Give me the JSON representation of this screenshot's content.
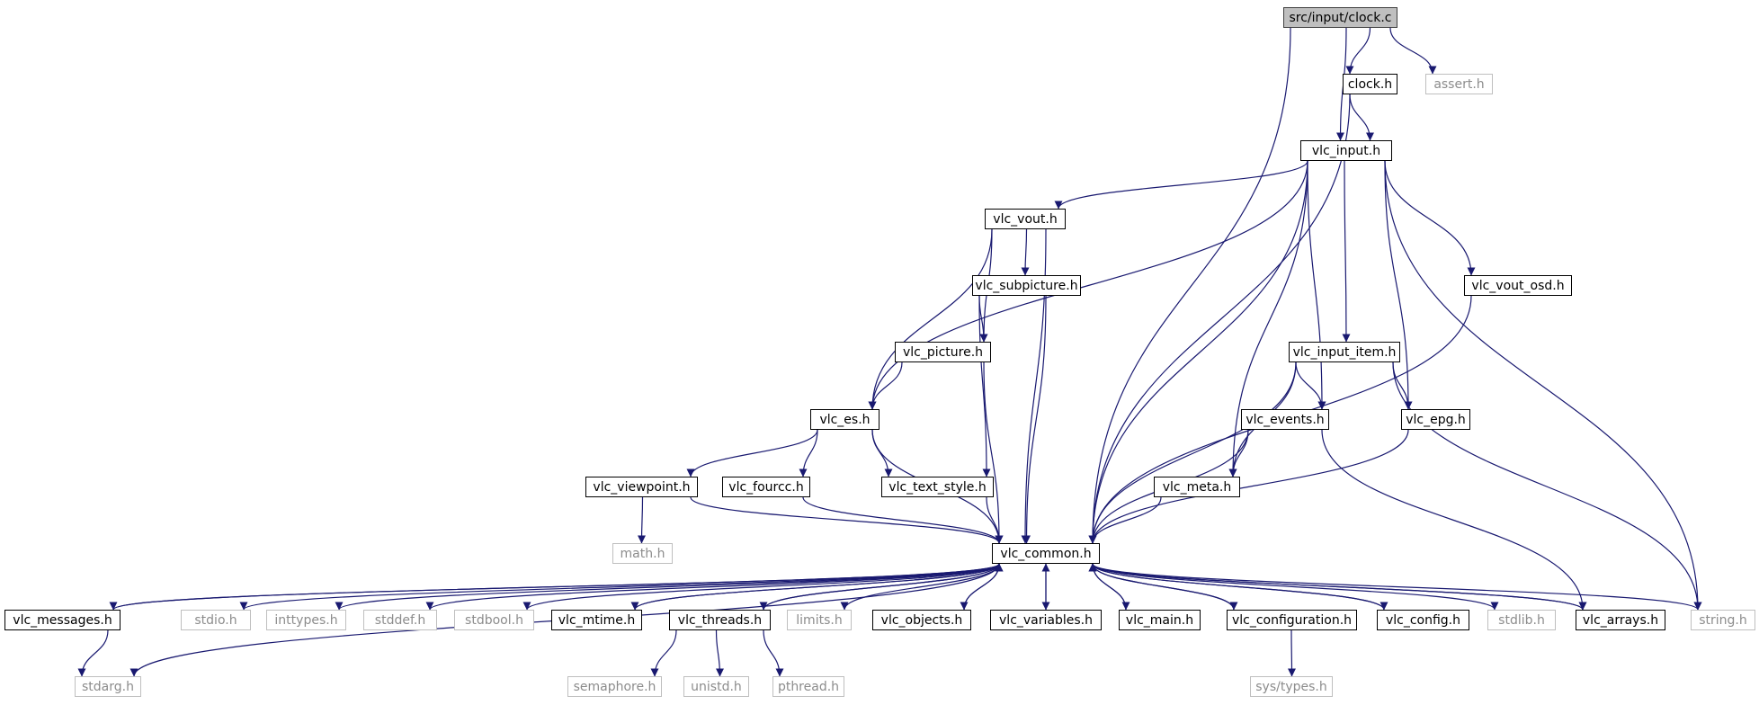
{
  "diagram": {
    "edge_color": "#191970",
    "nodes": [
      {
        "id": "clock_c",
        "label": "src/input/clock.c",
        "kind": "root"
      },
      {
        "id": "clock_h",
        "label": "clock.h",
        "kind": "normal"
      },
      {
        "id": "assert_h",
        "label": "assert.h",
        "kind": "external"
      },
      {
        "id": "vlc_input_h",
        "label": "vlc_input.h",
        "kind": "normal"
      },
      {
        "id": "vlc_vout_h",
        "label": "vlc_vout.h",
        "kind": "normal"
      },
      {
        "id": "vlc_subpicture_h",
        "label": "vlc_subpicture.h",
        "kind": "normal"
      },
      {
        "id": "vlc_vout_osd_h",
        "label": "vlc_vout_osd.h",
        "kind": "normal"
      },
      {
        "id": "vlc_picture_h",
        "label": "vlc_picture.h",
        "kind": "normal"
      },
      {
        "id": "vlc_input_item_h",
        "label": "vlc_input_item.h",
        "kind": "normal"
      },
      {
        "id": "vlc_es_h",
        "label": "vlc_es.h",
        "kind": "normal"
      },
      {
        "id": "vlc_events_h",
        "label": "vlc_events.h",
        "kind": "normal"
      },
      {
        "id": "vlc_epg_h",
        "label": "vlc_epg.h",
        "kind": "normal"
      },
      {
        "id": "vlc_viewpoint_h",
        "label": "vlc_viewpoint.h",
        "kind": "normal"
      },
      {
        "id": "vlc_fourcc_h",
        "label": "vlc_fourcc.h",
        "kind": "normal"
      },
      {
        "id": "vlc_text_style_h",
        "label": "vlc_text_style.h",
        "kind": "normal"
      },
      {
        "id": "vlc_meta_h",
        "label": "vlc_meta.h",
        "kind": "normal"
      },
      {
        "id": "math_h",
        "label": "math.h",
        "kind": "external"
      },
      {
        "id": "vlc_common_h",
        "label": "vlc_common.h",
        "kind": "normal"
      },
      {
        "id": "vlc_messages_h",
        "label": "vlc_messages.h",
        "kind": "normal"
      },
      {
        "id": "stdio_h",
        "label": "stdio.h",
        "kind": "external"
      },
      {
        "id": "inttypes_h",
        "label": "inttypes.h",
        "kind": "external"
      },
      {
        "id": "stddef_h",
        "label": "stddef.h",
        "kind": "external"
      },
      {
        "id": "stdbool_h",
        "label": "stdbool.h",
        "kind": "external"
      },
      {
        "id": "vlc_mtime_h",
        "label": "vlc_mtime.h",
        "kind": "normal"
      },
      {
        "id": "vlc_threads_h",
        "label": "vlc_threads.h",
        "kind": "normal"
      },
      {
        "id": "limits_h",
        "label": "limits.h",
        "kind": "external"
      },
      {
        "id": "vlc_objects_h",
        "label": "vlc_objects.h",
        "kind": "normal"
      },
      {
        "id": "vlc_variables_h",
        "label": "vlc_variables.h",
        "kind": "normal"
      },
      {
        "id": "vlc_main_h",
        "label": "vlc_main.h",
        "kind": "normal"
      },
      {
        "id": "vlc_configuration_h",
        "label": "vlc_configuration.h",
        "kind": "normal"
      },
      {
        "id": "vlc_config_h",
        "label": "vlc_config.h",
        "kind": "normal"
      },
      {
        "id": "stdlib_h",
        "label": "stdlib.h",
        "kind": "external"
      },
      {
        "id": "vlc_arrays_h",
        "label": "vlc_arrays.h",
        "kind": "normal"
      },
      {
        "id": "string_h",
        "label": "string.h",
        "kind": "external"
      },
      {
        "id": "stdarg_h",
        "label": "stdarg.h",
        "kind": "external"
      },
      {
        "id": "semaphore_h",
        "label": "semaphore.h",
        "kind": "external"
      },
      {
        "id": "unistd_h",
        "label": "unistd.h",
        "kind": "external"
      },
      {
        "id": "pthread_h",
        "label": "pthread.h",
        "kind": "external"
      },
      {
        "id": "sys_types_h",
        "label": "sys/types.h",
        "kind": "external"
      }
    ],
    "edges": [
      [
        "clock_c",
        "vlc_common_h"
      ],
      [
        "clock_c",
        "vlc_input_h"
      ],
      [
        "clock_c",
        "clock_h"
      ],
      [
        "clock_c",
        "assert_h"
      ],
      [
        "clock_h",
        "vlc_input_h"
      ],
      [
        "clock_h",
        "vlc_common_h"
      ],
      [
        "vlc_input_h",
        "vlc_es_h"
      ],
      [
        "vlc_input_h",
        "vlc_vout_h"
      ],
      [
        "vlc_input_h",
        "vlc_meta_h"
      ],
      [
        "vlc_input_h",
        "vlc_events_h"
      ],
      [
        "vlc_input_h",
        "vlc_input_item_h"
      ],
      [
        "vlc_input_h",
        "vlc_epg_h"
      ],
      [
        "vlc_input_h",
        "vlc_vout_osd_h"
      ],
      [
        "vlc_input_h",
        "vlc_common_h"
      ],
      [
        "vlc_input_h",
        "string_h"
      ],
      [
        "vlc_vout_h",
        "vlc_es_h"
      ],
      [
        "vlc_vout_h",
        "vlc_picture_h"
      ],
      [
        "vlc_vout_h",
        "vlc_subpicture_h"
      ],
      [
        "vlc_vout_h",
        "vlc_common_h"
      ],
      [
        "vlc_subpicture_h",
        "vlc_picture_h"
      ],
      [
        "vlc_subpicture_h",
        "vlc_text_style_h"
      ],
      [
        "vlc_subpicture_h",
        "vlc_common_h"
      ],
      [
        "vlc_vout_osd_h",
        "vlc_common_h"
      ],
      [
        "vlc_picture_h",
        "vlc_es_h"
      ],
      [
        "vlc_picture_h",
        "vlc_common_h"
      ],
      [
        "vlc_input_item_h",
        "vlc_meta_h"
      ],
      [
        "vlc_input_item_h",
        "vlc_events_h"
      ],
      [
        "vlc_input_item_h",
        "vlc_epg_h"
      ],
      [
        "vlc_input_item_h",
        "vlc_common_h"
      ],
      [
        "vlc_input_item_h",
        "string_h"
      ],
      [
        "vlc_es_h",
        "vlc_viewpoint_h"
      ],
      [
        "vlc_es_h",
        "vlc_fourcc_h"
      ],
      [
        "vlc_es_h",
        "vlc_text_style_h"
      ],
      [
        "vlc_es_h",
        "vlc_common_h"
      ],
      [
        "vlc_events_h",
        "vlc_meta_h"
      ],
      [
        "vlc_events_h",
        "vlc_common_h"
      ],
      [
        "vlc_events_h",
        "vlc_arrays_h"
      ],
      [
        "vlc_epg_h",
        "vlc_common_h"
      ],
      [
        "vlc_viewpoint_h",
        "math_h"
      ],
      [
        "vlc_viewpoint_h",
        "vlc_common_h"
      ],
      [
        "vlc_fourcc_h",
        "vlc_common_h"
      ],
      [
        "vlc_text_style_h",
        "vlc_common_h"
      ],
      [
        "vlc_meta_h",
        "vlc_common_h"
      ],
      [
        "vlc_common_h",
        "vlc_messages_h"
      ],
      [
        "vlc_common_h",
        "stdio_h"
      ],
      [
        "vlc_common_h",
        "inttypes_h"
      ],
      [
        "vlc_common_h",
        "stddef_h"
      ],
      [
        "vlc_common_h",
        "stdbool_h"
      ],
      [
        "vlc_common_h",
        "vlc_mtime_h"
      ],
      [
        "vlc_common_h",
        "vlc_threads_h"
      ],
      [
        "vlc_common_h",
        "limits_h"
      ],
      [
        "vlc_common_h",
        "vlc_objects_h"
      ],
      [
        "vlc_common_h",
        "vlc_variables_h"
      ],
      [
        "vlc_common_h",
        "vlc_main_h"
      ],
      [
        "vlc_common_h",
        "vlc_configuration_h"
      ],
      [
        "vlc_common_h",
        "vlc_config_h"
      ],
      [
        "vlc_common_h",
        "stdlib_h"
      ],
      [
        "vlc_common_h",
        "vlc_arrays_h"
      ],
      [
        "vlc_common_h",
        "string_h"
      ],
      [
        "vlc_common_h",
        "stdarg_h"
      ],
      [
        "vlc_messages_h",
        "vlc_common_h"
      ],
      [
        "vlc_messages_h",
        "stdarg_h"
      ],
      [
        "vlc_mtime_h",
        "vlc_common_h"
      ],
      [
        "vlc_threads_h",
        "vlc_common_h"
      ],
      [
        "vlc_threads_h",
        "semaphore_h"
      ],
      [
        "vlc_threads_h",
        "unistd_h"
      ],
      [
        "vlc_threads_h",
        "pthread_h"
      ],
      [
        "vlc_objects_h",
        "vlc_common_h"
      ],
      [
        "vlc_variables_h",
        "vlc_common_h"
      ],
      [
        "vlc_main_h",
        "vlc_common_h"
      ],
      [
        "vlc_configuration_h",
        "vlc_common_h"
      ],
      [
        "vlc_configuration_h",
        "sys_types_h"
      ],
      [
        "vlc_config_h",
        "vlc_common_h"
      ],
      [
        "vlc_arrays_h",
        "vlc_common_h"
      ]
    ]
  }
}
